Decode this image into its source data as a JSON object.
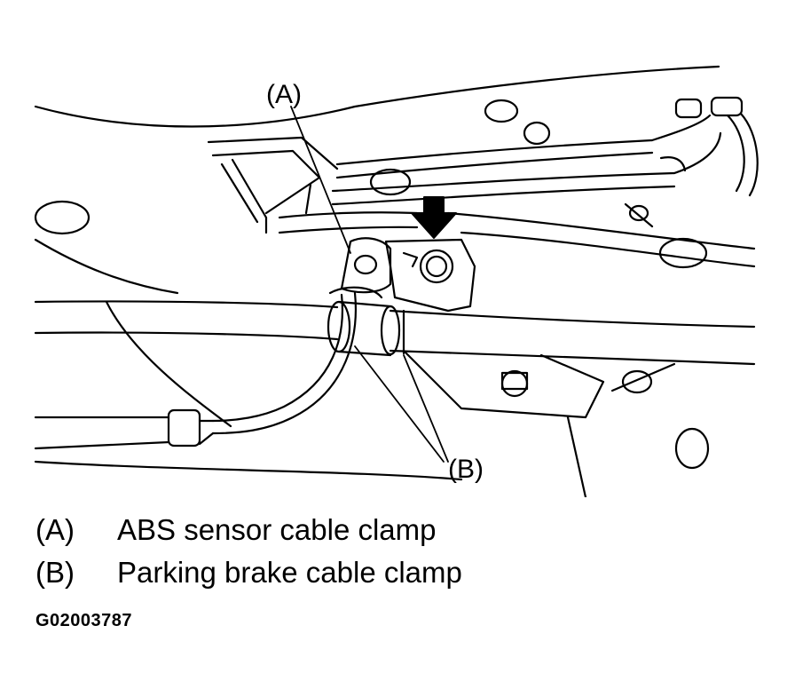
{
  "callouts": {
    "a": "(A)",
    "b": "(B)"
  },
  "legend": [
    {
      "key": "(A)",
      "text": "ABS sensor cable clamp"
    },
    {
      "key": "(B)",
      "text": "Parking brake cable clamp"
    }
  ],
  "figure_id": "G02003787",
  "colors": {
    "line": "#000000",
    "background": "#ffffff"
  },
  "icons": {
    "arrow": "down-arrow-icon"
  }
}
